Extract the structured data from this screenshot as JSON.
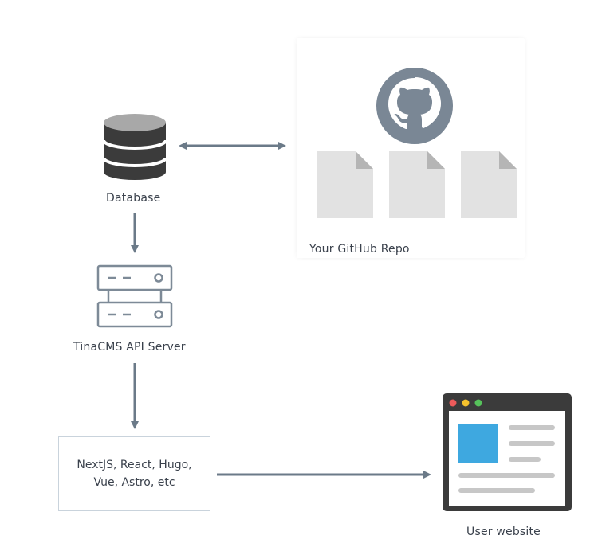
{
  "database": {
    "label": "Database"
  },
  "repo": {
    "label": "Your GitHub Repo",
    "file_count": 3
  },
  "api_server": {
    "label": "TinaCMS API Server"
  },
  "frameworks": {
    "line1": "NextJS, React, Hugo,",
    "line2": "Vue, Astro, etc"
  },
  "website": {
    "label": "User website"
  },
  "colors": {
    "arrow": "#6b7a88",
    "github": "#7a8795",
    "database": "#3b3b3b",
    "server": "#7d8a97",
    "file": "#e2e2e2",
    "file_fold": "#b5b5b5",
    "browser_frame": "#3b3b3b",
    "browser_red": "#ee5b5b",
    "browser_yellow": "#f5c22d",
    "browser_green": "#56c25b",
    "browser_image": "#3ea8e0",
    "browser_lines": "#c7c7c7"
  },
  "icons": [
    "database-icon",
    "github-icon",
    "file-icon",
    "server-icon",
    "browser-window-icon"
  ]
}
